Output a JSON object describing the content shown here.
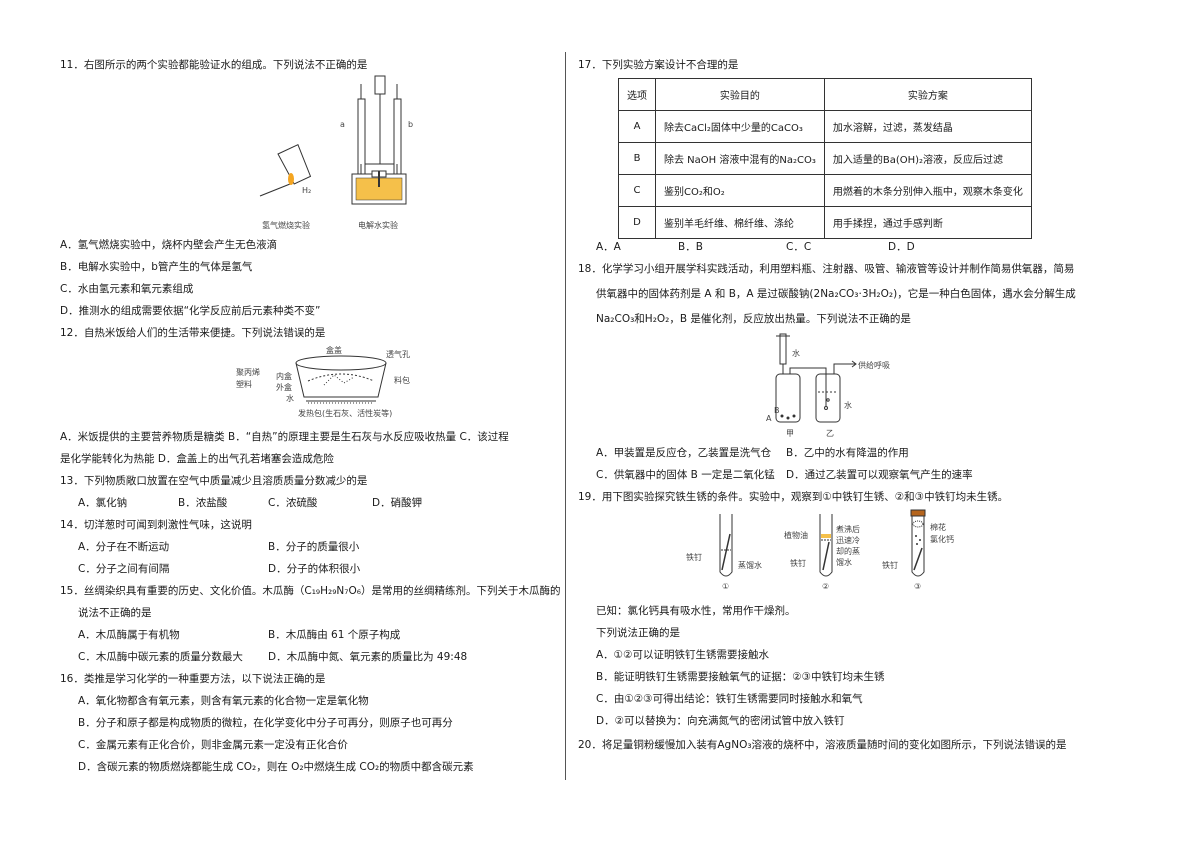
{
  "left": {
    "q11": {
      "stem": "11．右图所示的两个实验都能验证水的组成。下列说法不正确的是",
      "fig_labels": {
        "h2": "H₂",
        "a": "a",
        "b": "b",
        "cap1": "氢气燃烧实验",
        "cap2": "电解水实验"
      },
      "options": [
        "A．氢气燃烧实验中，烧杯内壁会产生无色液滴",
        "B．电解水实验中，b管产生的气体是氢气",
        "C．水由氢元素和氧元素组成",
        "D．推测水的组成需要依据“化学反应前后元素种类不变”"
      ]
    },
    "q12": {
      "stem": "12．自热米饭给人们的生活带来便捷。下列说法错误的是",
      "fig_labels": {
        "lid": "盒盖",
        "vent": "透气孔",
        "pp1": "聚丙烯",
        "pp2": "塑料",
        "inner": "内盒",
        "outer": "外盒",
        "water": "水",
        "seasoning": "料包",
        "heat": "发热包(生石灰、活性炭等)"
      },
      "options_line1": "A．米饭提供的主要营养物质是糖类       B．“自热”的原理主要是生石灰与水反应吸收热量    C．该过程",
      "options_line2": "是化学能转化为热能                            D．盒盖上的出气孔若堵塞会造成危险"
    },
    "q13": {
      "stem": "13．下列物质敞口放置在空气中质量减少且溶质质量分数减少的是",
      "options": [
        "A．氯化钠",
        "B．浓盐酸",
        "C．浓硫酸",
        "D．硝酸钾"
      ]
    },
    "q14": {
      "stem": "14．切洋葱时可闻到刺激性气味，这说明",
      "options": [
        "A．分子在不断运动",
        "B．分子的质量很小",
        "C．分子之间有间隔",
        "D．分子的体积很小"
      ]
    },
    "q15": {
      "stem1": "15．丝绸染织具有重要的历史、文化价值。木瓜酶（C₁₉H₂₉N₇O₆）是常用的丝绸精练剂。下列关于木瓜酶的",
      "stem2": "说法不正确的是",
      "options": [
        "A．木瓜酶属于有机物",
        "B．木瓜酶由 61 个原子构成",
        "C．木瓜酶中碳元素的质量分数最大",
        "D．木瓜酶中氮、氧元素的质量比为 49:48"
      ]
    },
    "q16": {
      "stem": "16．类推是学习化学的一种重要方法，以下说法正确的是",
      "options": [
        "A．氧化物都含有氧元素，则含有氧元素的化合物一定是氧化物",
        "B．分子和原子都是构成物质的微粒，在化学变化中分子可再分，则原子也可再分",
        "C．金属元素有正化合价，则非金属元素一定没有正化合价",
        "D．含碳元素的物质燃烧都能生成 CO₂，则在 O₂中燃烧生成 CO₂的物质中都含碳元素"
      ]
    }
  },
  "right": {
    "q17": {
      "stem": "17．下列实验方案设计不合理的是",
      "headers": [
        "选项",
        "实验目的",
        "实验方案"
      ],
      "rows": [
        [
          "A",
          "除去CaCl₂固体中少量的CaCO₃",
          "加水溶解，过滤，蒸发结晶"
        ],
        [
          "B",
          "除去 NaOH 溶液中混有的Na₂CO₃",
          "加入适量的Ba(OH)₂溶液，反应后过滤"
        ],
        [
          "C",
          "鉴别CO₂和O₂",
          "用燃着的木条分别伸入瓶中，观察木条变化"
        ],
        [
          "D",
          "鉴别羊毛纤维、棉纤维、涤纶",
          "用手揉捏，通过手感判断"
        ]
      ],
      "answers": [
        "A．A",
        "B．B",
        "C．C",
        "D．D"
      ]
    },
    "q18": {
      "stem1": "18．化学学习小组开展学科实践活动，利用塑料瓶、注射器、吸管、输液管等设计并制作简易供氧器，简易",
      "stem2": "供氧器中的固体药剂是 A 和 B，A 是过碳酸钠(2Na₂CO₃·3H₂O₂)，它是一种白色固体，遇水会分解生成",
      "stem3": "Na₂CO₃和H₂O₂，B 是催化剂，反应放出热量。下列说法不正确的是",
      "fig_labels": {
        "water1": "水",
        "supply": "供给呼吸",
        "water2": "水",
        "A": "A",
        "B": "B",
        "jia": "甲",
        "yi": "乙"
      },
      "options": [
        "A．甲装置是反应仓，乙装置是洗气仓",
        "B．乙中的水有降温的作用",
        "C．供氧器中的固体 B 一定是二氧化锰",
        "D．通过乙装置可以观察氧气产生的速率"
      ]
    },
    "q19": {
      "stem": "19．用下图实验探究铁生锈的条件。实验中，观察到①中铁钉生锈、②和③中铁钉均未生锈。",
      "fig_labels": {
        "nail1": "铁钉",
        "dw": "蒸馏水",
        "oil": "植物油",
        "cool1": "煮沸后",
        "cool2": "迅速冷",
        "cool3": "却的蒸",
        "cool4": "馏水",
        "nail2": "铁钉",
        "cotton": "棉花",
        "cacl": "氯化钙",
        "nail3": "铁钉",
        "n1": "①",
        "n2": "②",
        "n3": "③"
      },
      "known": "已知：氯化钙具有吸水性，常用作干燥剂。",
      "ask": "下列说法正确的是",
      "options": [
        "A．①②可以证明铁钉生锈需要接触水",
        "B．能证明铁钉生锈需要接触氧气的证据：②③中铁钉均未生锈",
        "C．由①②③可得出结论：铁钉生锈需要同时接触水和氧气",
        "D．②可以替换为：向充满氮气的密闭试管中放入铁钉"
      ]
    },
    "q20": {
      "stem": "20．将足量铜粉缓慢加入装有AgNO₃溶液的烧杯中，溶液质量随时间的变化如图所示，下列说法错误的是"
    }
  }
}
